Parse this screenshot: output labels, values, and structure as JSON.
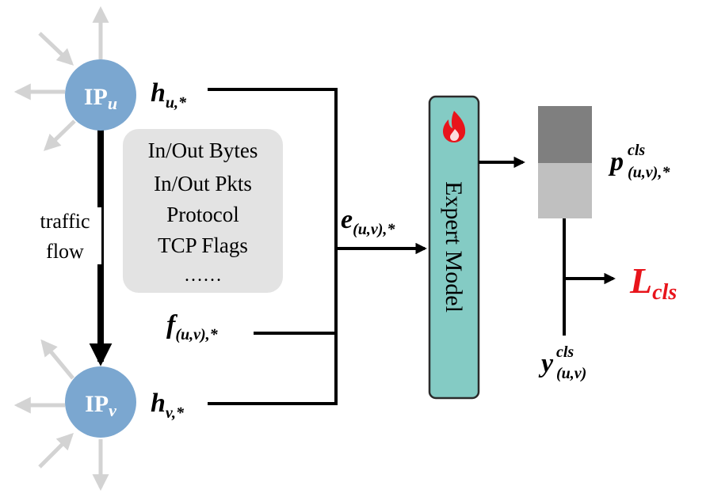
{
  "nodes": {
    "u": {
      "prefix": "IP",
      "sub": "u"
    },
    "v": {
      "prefix": "IP",
      "sub": "v"
    }
  },
  "flow_label": {
    "line1": "traffic",
    "line2": "flow"
  },
  "features_box": {
    "items": [
      "In/Out Bytes",
      "In/Out Pkts",
      "Protocol",
      "TCP Flags",
      "……"
    ]
  },
  "labels": {
    "h_u": {
      "main": "h",
      "sub": "u,*"
    },
    "h_v": {
      "main": "h",
      "sub": "v,*"
    },
    "f_uv": {
      "main": "f",
      "sub": "(u,v),*"
    },
    "e_uv": {
      "main": "e",
      "sub": "(u,v),*"
    },
    "p_cls": {
      "main": "p",
      "sup": "cls",
      "sub": "(u,v),*"
    },
    "y_cls": {
      "main": "y",
      "sup": "cls",
      "sub": "(u,v)"
    },
    "loss": {
      "main": "L",
      "sub": "cls"
    }
  },
  "expert_model": {
    "label": "Expert Model",
    "icon": "fire-icon"
  },
  "colors": {
    "node_fill": "#7ba7d0",
    "ghost_arrow": "#d3d3d3",
    "features_fill": "#e3e3e3",
    "expert_fill": "#84cbc4",
    "expert_border": "#2b2b2b",
    "bar_top": "#7f7f7f",
    "bar_bottom": "#c0c0c0",
    "loss_color": "#e8141b",
    "fire_color": "#e8141b"
  }
}
